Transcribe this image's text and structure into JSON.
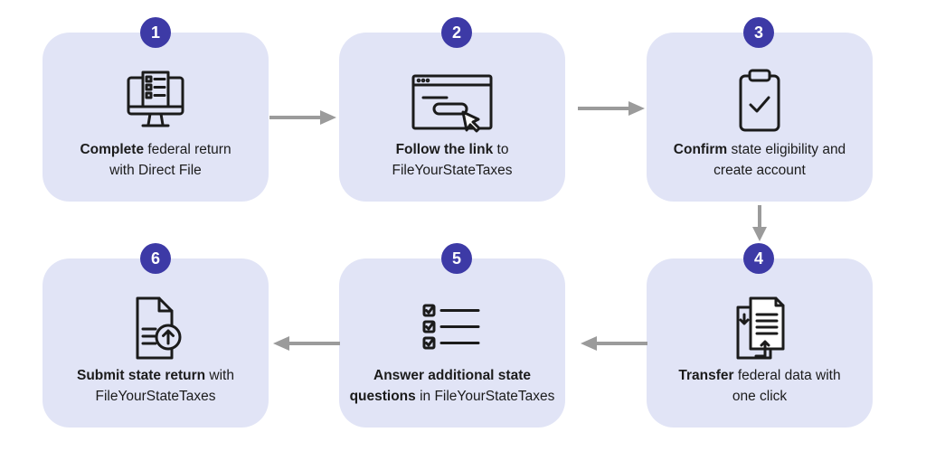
{
  "steps": [
    {
      "number": "1",
      "icon": "monitor-checklist-icon",
      "line1_bold": "Complete",
      "line1_rest": " federal return",
      "line2_bold": "",
      "line2_rest": "with Direct File"
    },
    {
      "number": "2",
      "icon": "browser-link-click-icon",
      "line1_bold": "Follow the link",
      "line1_rest": " to",
      "line2_bold": "",
      "line2_rest": "FileYourStateTaxes"
    },
    {
      "number": "3",
      "icon": "clipboard-check-icon",
      "line1_bold": "Confirm",
      "line1_rest": " state eligibility and",
      "line2_bold": "",
      "line2_rest": "create account"
    },
    {
      "number": "4",
      "icon": "document-transfer-icon",
      "line1_bold": "Transfer",
      "line1_rest": " federal data with",
      "line2_bold": "",
      "line2_rest": "one click"
    },
    {
      "number": "5",
      "icon": "checklist-icon",
      "line1_bold": "Answer additional state",
      "line1_rest": "",
      "line2_bold": "questions",
      "line2_rest": " in FileYourStateTaxes"
    },
    {
      "number": "6",
      "icon": "document-upload-icon",
      "line1_bold": "Submit state return",
      "line1_rest": " with",
      "line2_bold": "",
      "line2_rest": "FileYourStateTaxes"
    }
  ],
  "colors": {
    "card": "#e1e4f6",
    "badge": "#3d3aa6",
    "arrow": "#9b9b9b",
    "icon": "#1b1b1b"
  }
}
